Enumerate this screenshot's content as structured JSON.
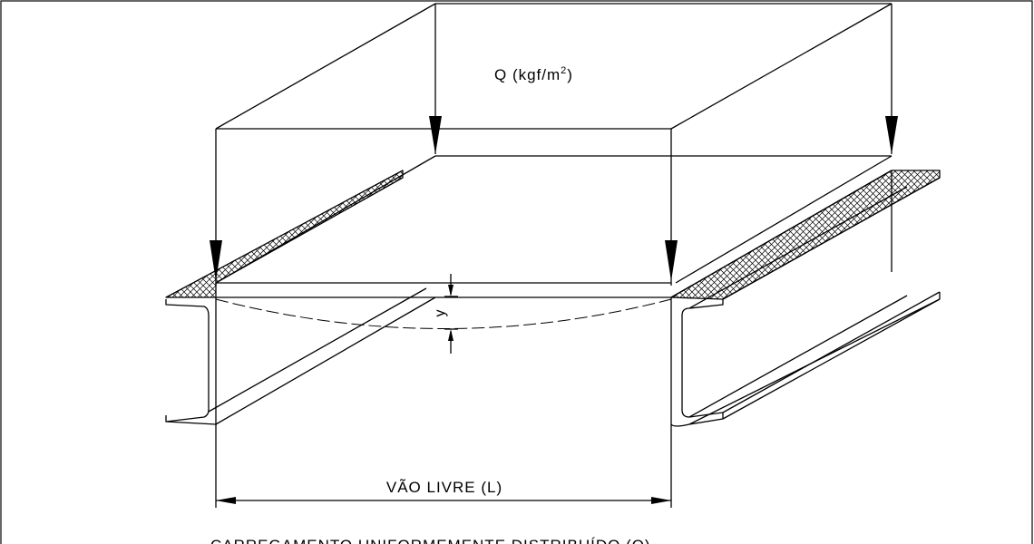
{
  "diagram": {
    "load_label": "Q  (kgf/m",
    "load_label_sup": "2",
    "load_label_close": ")",
    "deflection_label": "y",
    "span_label": "VÃO  LIVRE  (L)",
    "caption": "CARREGAMENTO  UNIFORMEMENTE  DISTRIBUÍDO  (Q)"
  }
}
